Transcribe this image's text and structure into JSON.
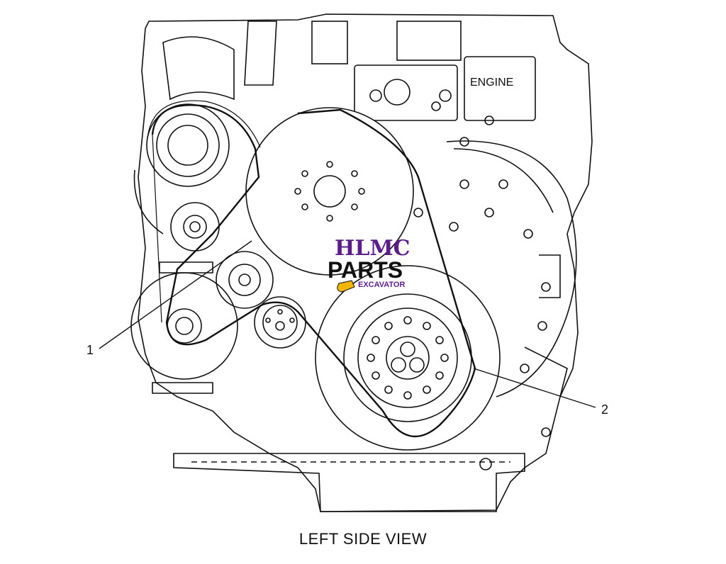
{
  "diagram": {
    "caption": "LEFT SIDE VIEW",
    "engine_label": "ENGINE",
    "callouts": [
      {
        "id": "1",
        "label": "1"
      },
      {
        "id": "2",
        "label": "2"
      }
    ]
  },
  "watermark": {
    "line1": "HLMC",
    "line2": "PARTS",
    "line3": "EXCAVATOR",
    "primary_color": "#5b1d8c",
    "secondary_color": "#111111",
    "accent_color": "#f2b705"
  },
  "colors": {
    "line": "#111111",
    "background": "#ffffff"
  }
}
